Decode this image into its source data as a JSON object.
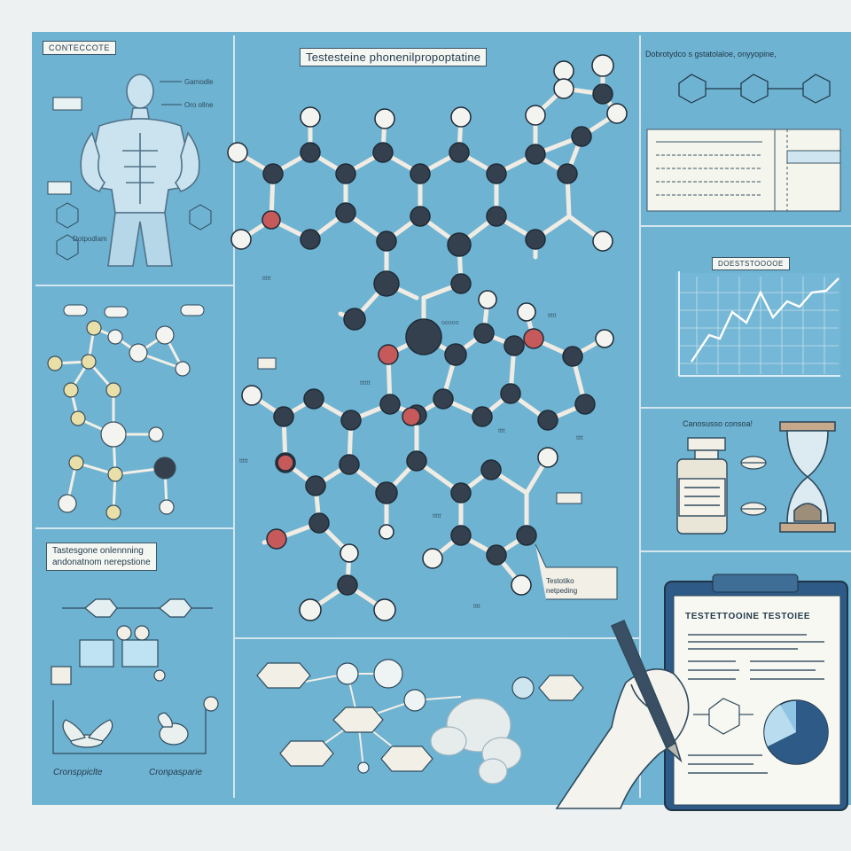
{
  "header": {
    "corner_tag": "CONTECCOTE",
    "main_title": "Testesteine phonenilpropoptatine",
    "top_right_heading": "Dobrotydco s gstatolaloe, onyyopine,"
  },
  "left_panel": {
    "subtitle_line1": "Tastesgone onlennning",
    "subtitle_line2": "andonatnom nerepstione",
    "caption_left": "Cronsppiclte",
    "caption_right": "Cronpasparie"
  },
  "right_panels": {
    "chart_title": "DOESTSTOOOOE",
    "vial_title": "Canosusso consoa!",
    "report_title": "TESTETTOOINE TESTOIEE"
  },
  "center": {
    "callout_line1": "Testotiko",
    "callout_line2": "netpeding"
  },
  "colors": {
    "background_blue": "#6fb3d2",
    "panel_border": "#e8eef0",
    "atom_dark": "#34404e",
    "atom_red": "#c65a5a",
    "atom_white": "#f3f3ef",
    "bond": "#f0ece4",
    "chart_line": "#ffffff",
    "pie_dark": "#2d5a86",
    "pie_light": "#8fc4e4"
  },
  "icons": [
    "bodybuilder-figure-icon",
    "molecule-icon",
    "chemical-structure-icon",
    "trend-chart-icon",
    "medicine-vial-icon",
    "pill-icon",
    "hourglass-icon",
    "clipboard-report-icon",
    "pie-chart-icon",
    "pen-hand-icon",
    "insect-icon"
  ]
}
